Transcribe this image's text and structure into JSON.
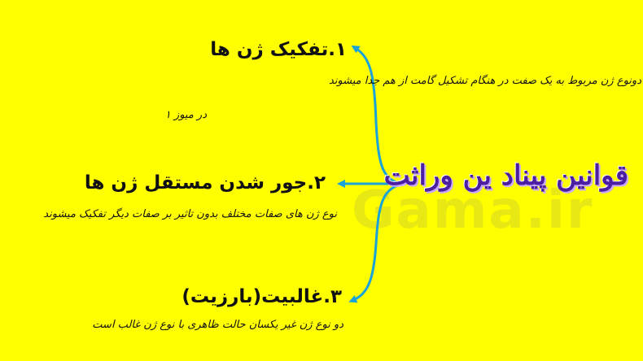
{
  "slide": {
    "title": "قوانین پیناد ین وراثت",
    "watermark": "Gama.ir",
    "items": [
      {
        "heading": "۱.تفکیک ژن ها",
        "description_lines": [
          "دونوع ژن مربوط به یک صفت در هنگام تشکیل گامت از هم جدا میشوند",
          "در میوز ۱"
        ]
      },
      {
        "heading": "۲.جور شدن مستقل ژن ها",
        "description_lines": [
          "نوع ژن های صفات مختلف بدون تاثیر بر صفات دیگر تفکیک میشوند"
        ]
      },
      {
        "heading": "۳.غالبیت(بارزیت)",
        "description_lines": [
          "دو نوع ژن غیر یکسان حالت ظاهری با نوع ژن غالب است"
        ]
      }
    ]
  },
  "colors": {
    "background": "#ffff00",
    "arrow": "#1aa3d8",
    "title": "#4b1fa0",
    "text": "#111111"
  }
}
